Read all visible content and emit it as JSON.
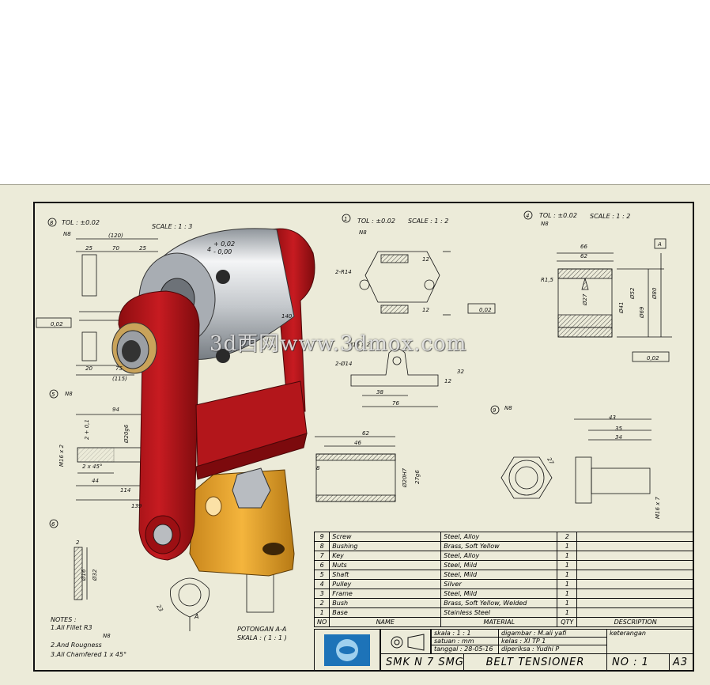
{
  "watermark": "3d西网www.3dmox.com",
  "views": {
    "v8": {
      "no": "8",
      "tol": "TOL  : ±0.02",
      "scale": "SCALE : 1 : 3",
      "n": "N8"
    },
    "v1": {
      "no": "1",
      "tol": "TOL  : ±0.02",
      "scale": "SCALE : 1 : 2",
      "n": "N8"
    },
    "v4": {
      "no": "4",
      "tol": "TOL  : ±0.02",
      "scale": "SCALE : 1 : 2",
      "n": "N8"
    },
    "v5": {
      "no": "5",
      "n": "N8"
    },
    "v9": {
      "no": "9",
      "n": "N8"
    },
    "v6": {
      "no": "6"
    }
  },
  "dims": {
    "d120": "(120)",
    "d25a": "25",
    "d70": "70",
    "d25b": "25",
    "tolp": "+ 0,02",
    "tolm": "- 0,00",
    "d4": "4",
    "d140": "140",
    "d115": "(115)",
    "d20": "20",
    "d75": "75",
    "r14": "2-R14",
    "d14": "2-Ø14",
    "m16": "M16 x 2",
    "d12a": "12",
    "d12b": "12",
    "d12c": "12",
    "d32": "32",
    "d38": "38",
    "d76": "76",
    "flat": "0,02",
    "d66": "66",
    "d62": "62",
    "r15": "R1,5",
    "o27": "Ø27",
    "o41": "Ø41",
    "o52": "Ø52",
    "o69": "Ø69",
    "o80": "Ø80",
    "flat2": "0,02",
    "d94": "94",
    "o20g6": "Ø20g6",
    "o20tol": "2 + 0,1",
    "m16x2": "M16 x 2",
    "ch": "2 x 45°",
    "d44": "44",
    "d114": "114",
    "d139": "139",
    "d62b": "62",
    "d46": "46",
    "d8": "8",
    "o20h7": "Ø20H7",
    "o27g6": "27g6",
    "d43": "43",
    "d35": "35",
    "d34": "34",
    "d27": "27",
    "m16b": "M16 x 7",
    "d2": "2",
    "o16": "Ø16",
    "o32": "Ø32",
    "d23": "23",
    "flatA": "0,02"
  },
  "notes": {
    "title": "NOTES :",
    "n1": "1.All Fillet R3",
    "n2": "2.And Rougness",
    "n3": "3.All Chamfered 1 x 45°",
    "n": "N8"
  },
  "section": {
    "title": "POTONGAN A-A",
    "scale": "SKALA :  ( 1 : 1 )",
    "a": "A"
  },
  "bom": {
    "rows": [
      {
        "no": "9",
        "name": "Screw",
        "material": "Steel, Alloy",
        "qty": "2",
        "desc": ""
      },
      {
        "no": "8",
        "name": "Bushing",
        "material": "Brass, Soft Yellow",
        "qty": "1",
        "desc": ""
      },
      {
        "no": "7",
        "name": "Key",
        "material": "Steel, Alloy",
        "qty": "1",
        "desc": ""
      },
      {
        "no": "6",
        "name": "Nuts",
        "material": "Steel, Mild",
        "qty": "1",
        "desc": ""
      },
      {
        "no": "5",
        "name": "Shaft",
        "material": "Steel, Mild",
        "qty": "1",
        "desc": ""
      },
      {
        "no": "4",
        "name": "Pulley",
        "material": "Silver",
        "qty": "1",
        "desc": ""
      },
      {
        "no": "3",
        "name": "Frame",
        "material": "Steel, Mild",
        "qty": "1",
        "desc": ""
      },
      {
        "no": "2",
        "name": "Bush",
        "material": "Brass, Soft Yellow, Welded",
        "qty": "1",
        "desc": ""
      },
      {
        "no": "1",
        "name": "Base",
        "material": "Stainless Steel",
        "qty": "1",
        "desc": ""
      }
    ],
    "header": {
      "no": "NO",
      "name": "NAME",
      "material": "MATERIAL",
      "qty": "QTY",
      "desc": "DESCRIPTION"
    }
  },
  "title_block": {
    "skala": "skala        : 1 : 1",
    "satuan": "satuan      : mm",
    "tanggal": "tanggal     : 28-05-16",
    "digambar": "digambar    : M.ali yafi",
    "kelas": "kelas         : XI TP 1",
    "diperiksa": "diperiksa    : Yudhi P",
    "keterangan": "keterangan",
    "school": "SMK N 7 SMG",
    "title": "BELT TENSIONER",
    "no": "NO : 1",
    "size": "A3"
  },
  "colors": {
    "sheet": "#ecebd9",
    "frame_red": "#b5151a",
    "base_yellow": "#eaa52e",
    "roller": "#cfd2d6"
  }
}
